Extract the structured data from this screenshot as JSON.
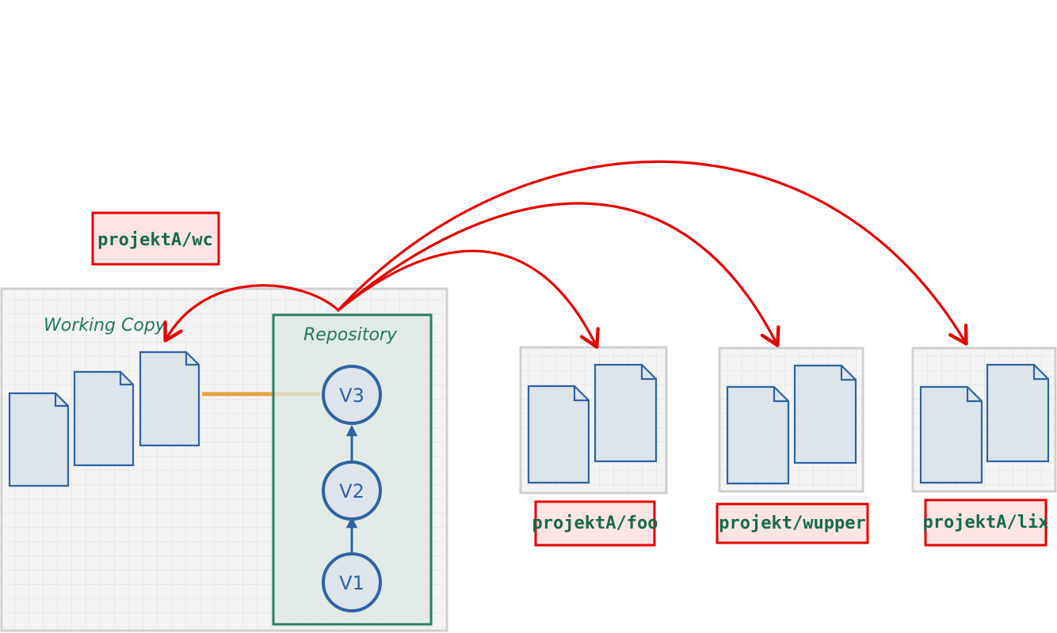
{
  "working_copy": {
    "title": "Working Copy",
    "label": "projektA/wc"
  },
  "repository": {
    "title": "Repository",
    "versions": [
      "V1",
      "V2",
      "V3"
    ]
  },
  "targets": [
    {
      "label": "projektA/foo"
    },
    {
      "label": "projekt/wupper"
    },
    {
      "label": "projektA/lix"
    }
  ],
  "colors": {
    "arrow": "#e60000",
    "link": "#e8a040",
    "file_stroke": "#2f63a3",
    "repo_stroke": "#2a8060",
    "label_text": "#146b4a"
  }
}
